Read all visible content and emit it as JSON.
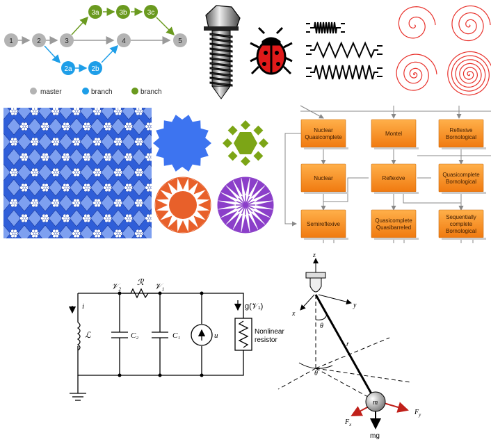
{
  "git": {
    "nodes": {
      "n1": "1",
      "n2": "2",
      "n3": "3",
      "n4": "4",
      "n5": "5",
      "n2a": "2a",
      "n2b": "2b",
      "n3a": "3a",
      "n3b": "3b",
      "n3c": "3c"
    },
    "legend": [
      {
        "label": "master",
        "color": "#b3b3b3"
      },
      {
        "label": "branch",
        "color": "#1e9ee8"
      },
      {
        "label": "branch",
        "color": "#6a9a1f"
      }
    ]
  },
  "springs": {
    "color": "#000000"
  },
  "spirals": {
    "color": "#e8302a"
  },
  "pattern": {
    "color": "#2f5ed8"
  },
  "shapes": {
    "gear_color": "#3d74f0",
    "star_color": "#7ca516",
    "orange_color": "#e8602a",
    "purple_color": "#8b3fc9"
  },
  "flow": {
    "box_color": "#f08a1e",
    "row1": [
      "Nuclear\nQuasicomplete",
      "Montel",
      "Reflexive\nBornological"
    ],
    "row2": [
      "Nuclear",
      "Reflexive",
      "Quasicomplete\nBornological"
    ],
    "row3": [
      "Semireflexive",
      "Quasicomplete\nQuasibarreled",
      "Sequentially\ncomplete\nBornological"
    ]
  },
  "circuit": {
    "v2": "𝒱₂",
    "R": "ℛ",
    "v1": "𝒱₁",
    "i": "i",
    "L": "ℒ",
    "c2": "C₂",
    "c1": "C₁",
    "u": "u",
    "g": "g(𝒱₁)",
    "nonlinear": "Nonlinear\nresistor"
  },
  "pendulum": {
    "z": "z",
    "y": "y",
    "x": "x",
    "theta": "θ",
    "r": "r",
    "theta2": "θ",
    "m": "m",
    "fx": "F",
    "fx_sub": "x",
    "fy": "F",
    "fy_sub": "y",
    "mg": "mg"
  }
}
